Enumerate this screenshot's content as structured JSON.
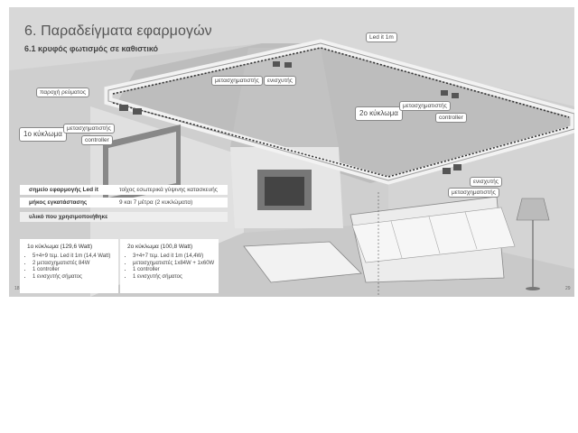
{
  "page": {
    "title": "6. Παραδείγματα εφαρμογών",
    "subtitle": "6.1 κρυφός φωτισμός σε καθιστικό",
    "page_left": "18",
    "page_right": "29"
  },
  "labels": {
    "supply": "παροχή ρεύματος",
    "circuit1": "1ο κύκλωμα",
    "transformer": "μετασχηματιστής",
    "controller": "controller",
    "enhancer": "ενισχυτής",
    "circuit2": "2ο κύκλωμα",
    "led": "Led it 1m"
  },
  "table": {
    "rows": [
      {
        "key": "σημείο εφαρμογής Led it",
        "value": "τοίχος εσωτερικά γύψινης κατασκευής"
      },
      {
        "key": "μήκος εγκατάστασης",
        "value": "9 και 7 μέτρα (2 κυκλώματα)"
      }
    ],
    "materials_header": "υλικό που χρησιμοποιήθηκε"
  },
  "circuits": [
    {
      "title": "1ο κύκλωμα (129,6 Watt)",
      "items": [
        "5+4+9 τεμ. Led it 1m (14,4 Watt)",
        "2 μετασχηματιστές 84W",
        "1 controller",
        "1 ενισχυτής σήματος"
      ]
    },
    {
      "title": "2ο κύκλωμα (100,8 Watt)",
      "items": [
        "3+4+7 τεμ. Led it 1m (14,4W)",
        "μετασχηματιστές 1x84W + 1x60W",
        "1 controller",
        "1 ενισχυτής σήματος"
      ]
    }
  ]
}
